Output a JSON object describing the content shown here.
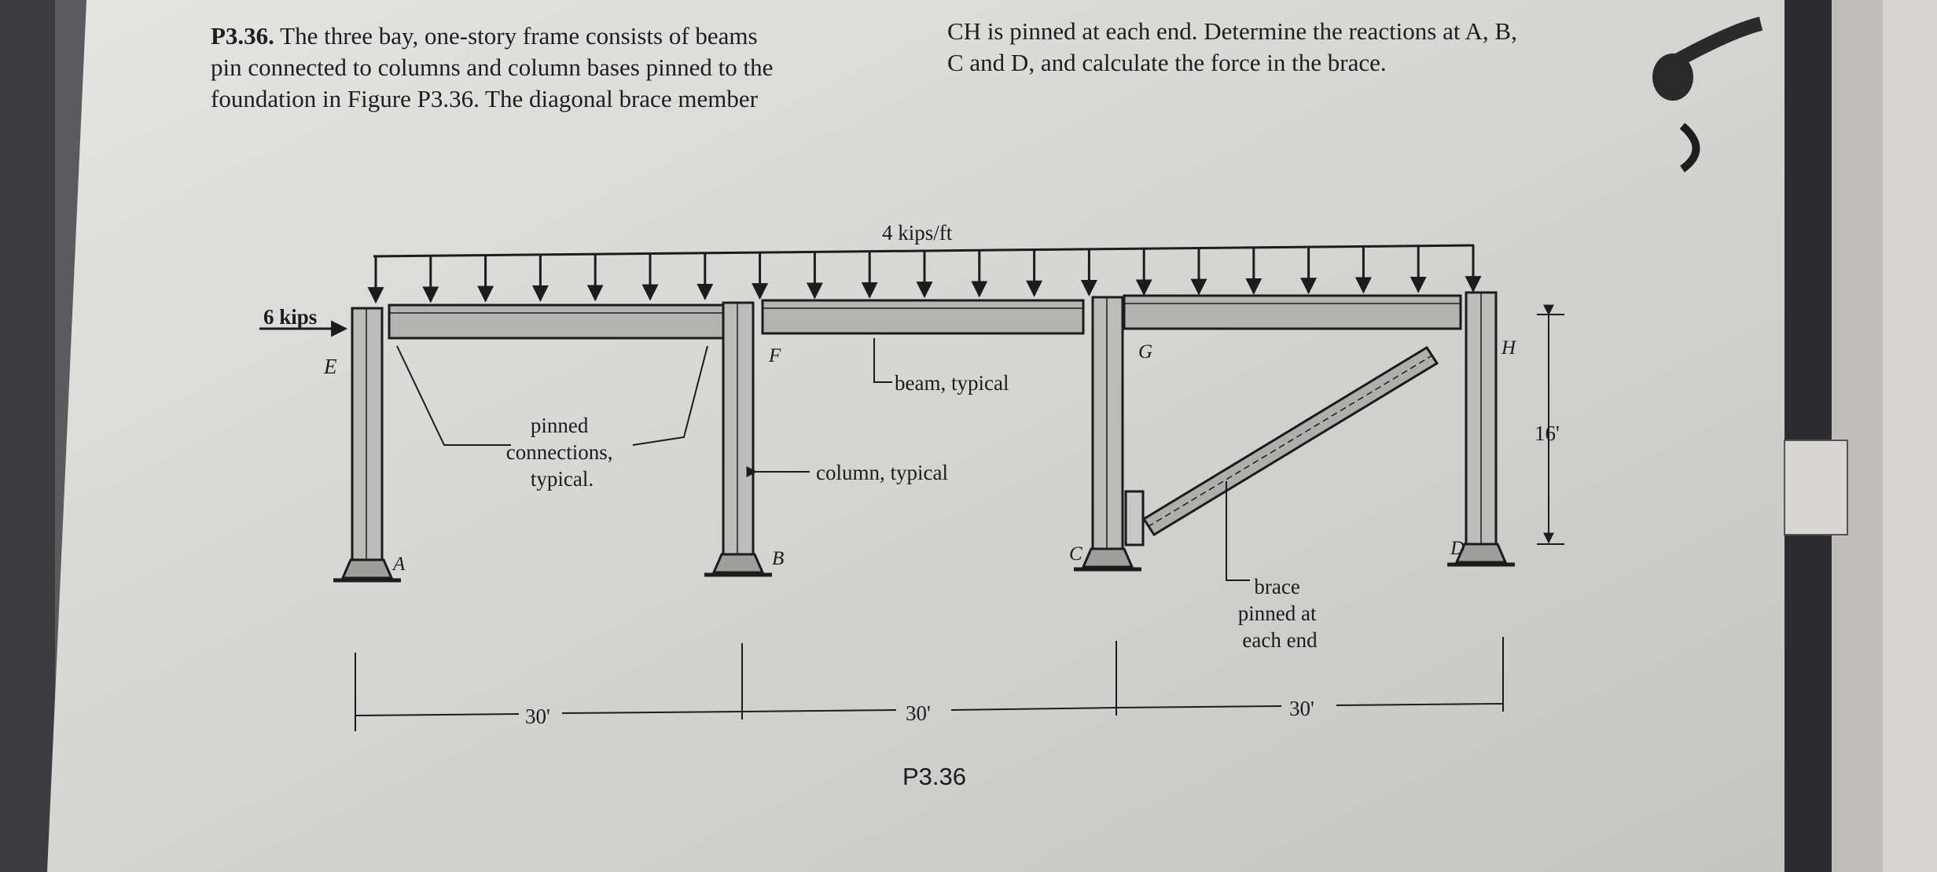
{
  "problem": {
    "number": "P3.36.",
    "text_left": "The three bay, one-story frame consists of beams\npin connected to columns and column bases pinned to the\nfoundation in Figure P3.36. The diagonal brace member",
    "text_right": "CH is pinned at each end. Determine the reactions at A, B,\nC and D, and calculate the force in the brace."
  },
  "figure": {
    "caption": "P3.36",
    "load_distributed": "4 kips/ft",
    "load_point": "6 kips",
    "nodes": [
      "E",
      "F",
      "G",
      "H",
      "A",
      "B",
      "C",
      "D"
    ],
    "callouts": {
      "pinned": "pinned\nconnections,\ntypical.",
      "beam": "beam, typical",
      "column": "column, typical",
      "brace": "brace\npinned at\neach end"
    },
    "dimensions": {
      "height": "16'",
      "bay1": "30'",
      "bay2": "30'",
      "bay3": "30'"
    }
  }
}
